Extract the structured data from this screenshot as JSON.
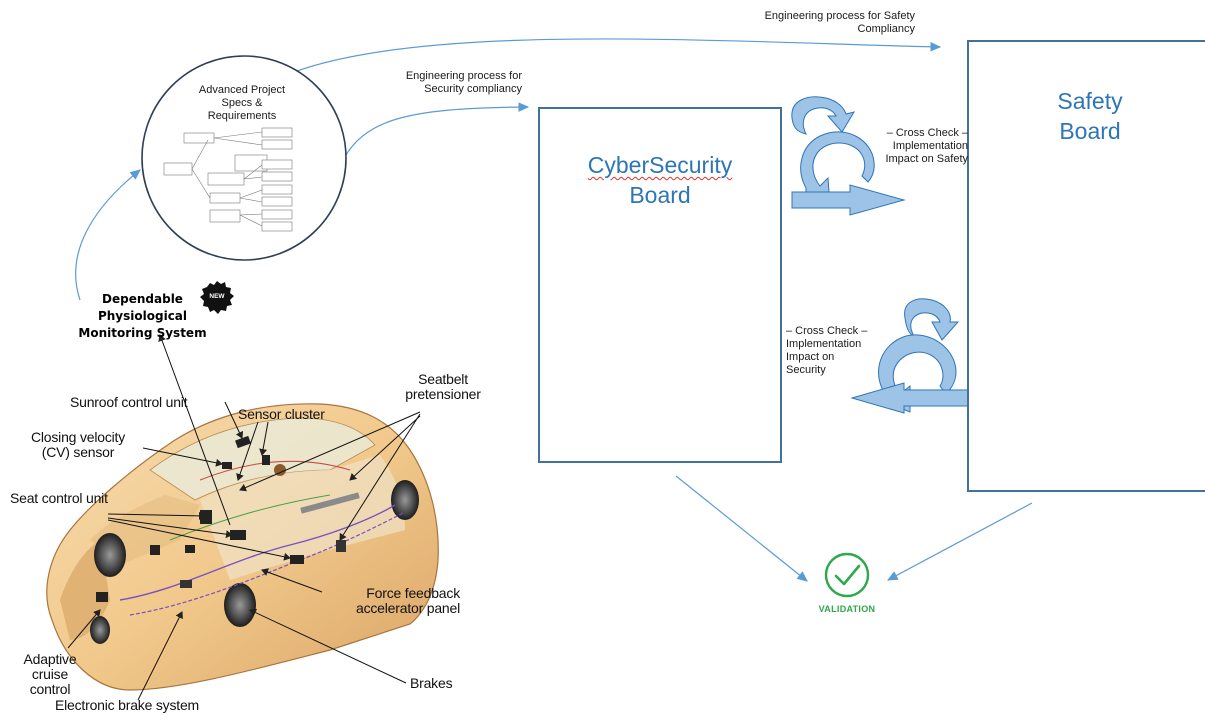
{
  "flow_labels": {
    "safety_process": "Engineering process for Safety Compliancy",
    "security_process": "Engineering process for Security compliancy"
  },
  "spec_circle": {
    "title": "Advanced Project Specs & Requirements"
  },
  "dpms": {
    "title": "Dependable Physiological Monitoring System",
    "badge": "NEW"
  },
  "cyber_board": {
    "title_line1": "CyberSecurity",
    "title_line2": "Board"
  },
  "safety_board": {
    "title_line1": "Safety",
    "title_line2": "Board"
  },
  "cross_check_safety": "– Cross Check – Implementation Impact on Safety",
  "cross_check_security": "– Cross Check – Implementation Impact on Security",
  "validation": {
    "label": "VALIDATION",
    "icon": "check-circle-icon"
  },
  "car_labels": {
    "sunroof": "Sunroof control unit",
    "sensor_cluster": "Sensor cluster",
    "seatbelt": "Seatbelt pretensioner",
    "closing_velocity": "Closing velocity (CV) sensor",
    "seat_control": "Seat control unit",
    "force_feedback": "Force feedback accelerator panel",
    "adaptive_cruise": "Adaptive cruise control",
    "brakes": "Brakes",
    "electronic_brake": "Electronic brake system"
  },
  "colors": {
    "board_border": "#41719c",
    "board_title": "#2e75b6",
    "flow_arrow": "#5b9bd5",
    "cycle_fill": "#9dc3e6",
    "validation_green": "#2ea84a"
  }
}
